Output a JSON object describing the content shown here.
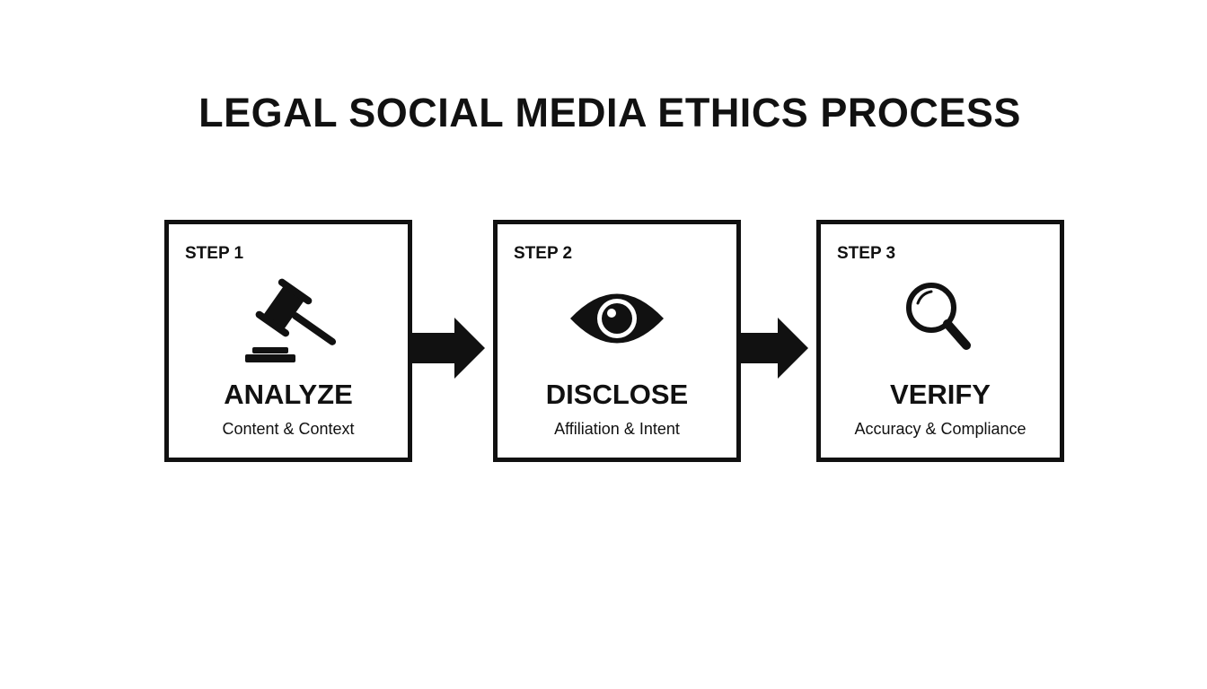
{
  "title": "LEGAL SOCIAL MEDIA ETHICS PROCESS",
  "steps": [
    {
      "step": "STEP 1",
      "name": "ANALYZE",
      "subtitle": "Content & Context",
      "icon": "gavel-icon"
    },
    {
      "step": "STEP 2",
      "name": "DISCLOSE",
      "subtitle": "Affiliation & Intent",
      "icon": "eye-icon"
    },
    {
      "step": "STEP 3",
      "name": "VERIFY",
      "subtitle": "Accuracy & Compliance",
      "icon": "magnifying-glass-icon"
    }
  ],
  "colors": {
    "ink": "#111111",
    "background": "#ffffff"
  }
}
